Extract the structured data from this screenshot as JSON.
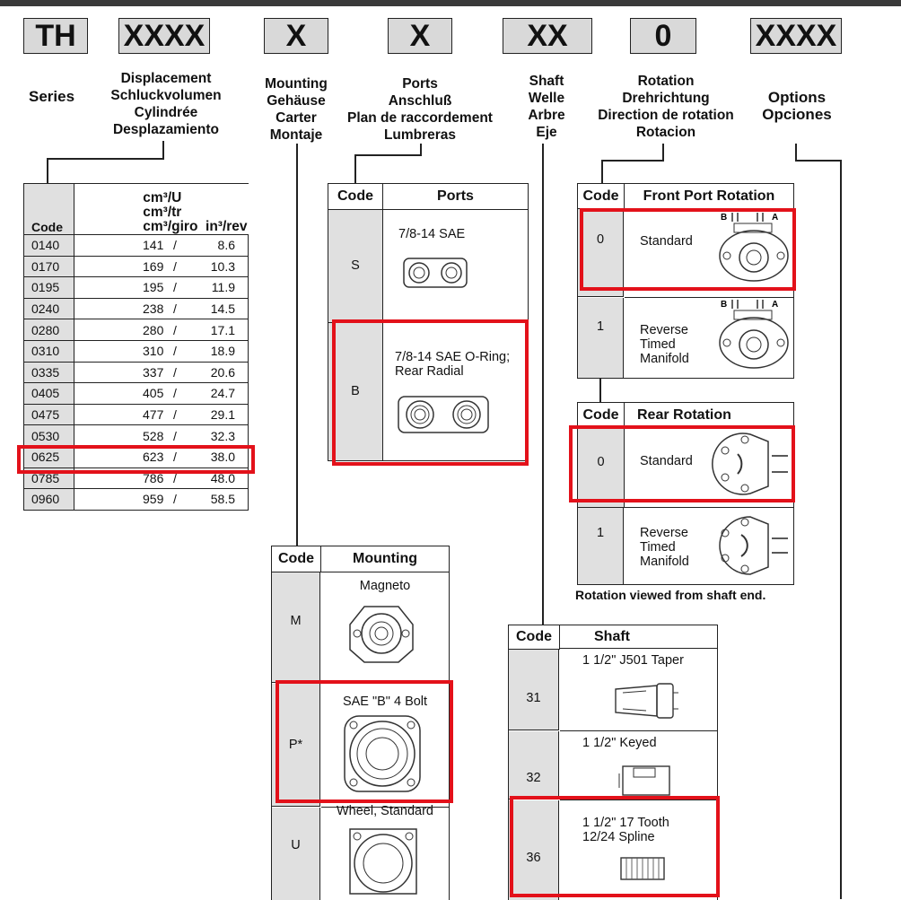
{
  "series_boxes": [
    "TH",
    "XXXX",
    "X",
    "X",
    "XX",
    "0",
    "XXXX"
  ],
  "labels": {
    "series": "Series",
    "displacement": [
      "Displacement",
      "Schluckvolumen",
      "Cylindrée",
      "Desplazamiento"
    ],
    "mounting": [
      "Mounting",
      "Gehäuse",
      "Carter",
      "Montaje"
    ],
    "ports": [
      "Ports",
      "Anschluß",
      "Plan de raccordement",
      "Lumbreras"
    ],
    "shaft": [
      "Shaft",
      "Welle",
      "Arbre",
      "Eje"
    ],
    "rotation": [
      "Rotation",
      "Drehrichtung",
      "Direction de rotation",
      "Rotacion"
    ],
    "options": [
      "Options",
      "Opciones"
    ]
  },
  "displacement_table": {
    "header_code": "Code",
    "header_units": [
      "cm³/U",
      "cm³/tr"
    ],
    "header_last": "cm³/giro  in³/rev",
    "rows": [
      {
        "code": "0140",
        "cm": "141",
        "sep": "/",
        "in": "8.6"
      },
      {
        "code": "0170",
        "cm": "169",
        "sep": "/",
        "in": "10.3"
      },
      {
        "code": "0195",
        "cm": "195",
        "sep": "/",
        "in": "11.9"
      },
      {
        "code": "0240",
        "cm": "238",
        "sep": "/",
        "in": "14.5"
      },
      {
        "code": "0280",
        "cm": "280",
        "sep": "/",
        "in": "17.1"
      },
      {
        "code": "0310",
        "cm": "310",
        "sep": "/",
        "in": "18.9"
      },
      {
        "code": "0335",
        "cm": "337",
        "sep": "/",
        "in": "20.6"
      },
      {
        "code": "0405",
        "cm": "405",
        "sep": "/",
        "in": "24.7"
      },
      {
        "code": "0475",
        "cm": "477",
        "sep": "/",
        "in": "29.1"
      },
      {
        "code": "0530",
        "cm": "528",
        "sep": "/",
        "in": "32.3"
      },
      {
        "code": "0625",
        "cm": "623",
        "sep": "/",
        "in": "38.0"
      },
      {
        "code": "0785",
        "cm": "786",
        "sep": "/",
        "in": "48.0"
      },
      {
        "code": "0960",
        "cm": "959",
        "sep": "/",
        "in": "58.5"
      }
    ]
  },
  "ports_table": {
    "header_code": "Code",
    "header_name": "Ports",
    "rows": [
      {
        "code": "S",
        "desc": "7/8-14 SAE"
      },
      {
        "code": "B",
        "desc": "7/8-14 SAE O-Ring;",
        "desc2": "Rear Radial"
      }
    ]
  },
  "front_rotation_table": {
    "header_code": "Code",
    "header_name": "Front Port Rotation",
    "port_labels": {
      "b": "B",
      "a": "A"
    },
    "rows": [
      {
        "code": "0",
        "desc": "Standard"
      },
      {
        "code": "1",
        "desc": "Reverse",
        "desc2": "Timed",
        "desc3": "Manifold"
      }
    ]
  },
  "rear_rotation_table": {
    "header_code": "Code",
    "header_name": "Rear Rotation",
    "rows": [
      {
        "code": "0",
        "desc": "Standard"
      },
      {
        "code": "1",
        "desc": "Reverse",
        "desc2": "Timed",
        "desc3": "Manifold"
      }
    ],
    "note": "Rotation viewed from shaft end."
  },
  "mounting_table": {
    "header_code": "Code",
    "header_name": "Mounting",
    "rows": [
      {
        "code": "M",
        "desc": "Magneto"
      },
      {
        "code": "P*",
        "desc": "SAE \"B\" 4 Bolt"
      },
      {
        "code": "U",
        "desc": "Wheel, Standard"
      }
    ]
  },
  "shaft_table": {
    "header_code": "Code",
    "header_name": "Shaft",
    "rows": [
      {
        "code": "31",
        "desc": "1 1/2\" J501 Taper"
      },
      {
        "code": "32",
        "desc": "1 1/2\" Keyed"
      },
      {
        "code": "36",
        "desc": "1 1/2\" 17 Tooth",
        "desc2": "12/24 Spline"
      }
    ]
  },
  "colors": {
    "highlight": "#e3111a",
    "code_bg": "#e0e0e0",
    "box_bg": "#d9d9d9"
  }
}
